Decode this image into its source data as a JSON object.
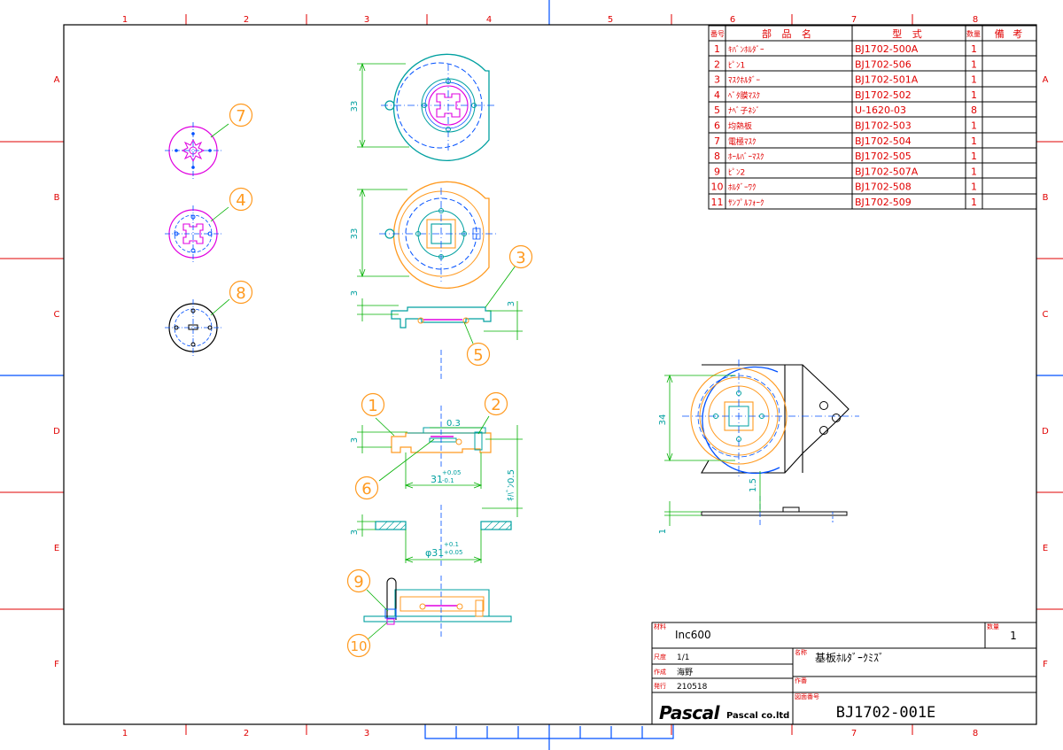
{
  "border": {
    "col_labels": [
      "1",
      "2",
      "3",
      "4",
      "5",
      "6",
      "7",
      "8"
    ],
    "row_labels": [
      "A",
      "B",
      "C",
      "D",
      "E",
      "F"
    ]
  },
  "parts_list": {
    "headers": {
      "no": "番号",
      "name": "部 品 名",
      "model": "型 式",
      "qty": "数量",
      "note": "備 考"
    },
    "rows": [
      {
        "no": "1",
        "name": "ｷﾊﾞﾝﾎﾙﾀﾞｰ",
        "model": "BJ1702-500A",
        "qty": "1"
      },
      {
        "no": "2",
        "name": "ﾋﾟﾝ1",
        "model": "BJ1702-506",
        "qty": "1"
      },
      {
        "no": "3",
        "name": "ﾏｽｸﾎﾙﾀﾞｰ",
        "model": "BJ1702-501A",
        "qty": "1"
      },
      {
        "no": "4",
        "name": "ﾍﾞﾀ膜ﾏｽｸ",
        "model": "BJ1702-502",
        "qty": "1"
      },
      {
        "no": "5",
        "name": "ﾅﾍﾞ子ﾈｼﾞ",
        "model": "U-1620-03",
        "qty": "8"
      },
      {
        "no": "6",
        "name": "均熱板",
        "model": "BJ1702-503",
        "qty": "1"
      },
      {
        "no": "7",
        "name": "電極ﾏｽｸ",
        "model": "BJ1702-504",
        "qty": "1"
      },
      {
        "no": "8",
        "name": "ﾎｰﾙﾊﾞｰﾏｽｸ",
        "model": "BJ1702-505",
        "qty": "1"
      },
      {
        "no": "9",
        "name": "ﾋﾟﾝ2",
        "model": "BJ1702-507A",
        "qty": "1"
      },
      {
        "no": "10",
        "name": "ﾎﾙﾀﾞｰﾜｸ",
        "model": "BJ1702-508",
        "qty": "1"
      },
      {
        "no": "11",
        "name": "ｻﾝﾌﾟﾙﾌｫｰｸ",
        "model": "BJ1702-509",
        "qty": "1"
      }
    ]
  },
  "title_block": {
    "material_label": "材料",
    "material": "Inc600",
    "qty_label": "数量",
    "qty": "1",
    "scale_label": "尺度",
    "scale": "1/1",
    "author_label": "作成",
    "author": "海野",
    "date_label": "発行",
    "date": "210518",
    "name_label": "名称",
    "name": "基板ﾎﾙﾀﾞｰｸﾐｽﾞ",
    "work_label": "作番",
    "drawing_no_label": "図面番号",
    "drawing_no": "BJ1702-001E",
    "company_logo": "Pascal",
    "company": "Pascal co.ltd"
  },
  "balloons": {
    "b1": "1",
    "b2": "2",
    "b3": "3",
    "b4": "4",
    "b5": "5",
    "b6": "6",
    "b7": "7",
    "b8": "8",
    "b9": "9",
    "b10": "10"
  },
  "dimensions": {
    "d33a": "33",
    "d33b": "33",
    "d3a": "3",
    "d3b": "3",
    "d3c": "3",
    "d3d": "3",
    "d03": "0.3",
    "d31": "31",
    "d31_tol_up": "+0.05",
    "d31_tol_dn": "-0.1",
    "d_kiban": "ｷﾊﾞﾝ0.5",
    "d31b": "φ31",
    "d31b_up": "+0.1",
    "d31b_dn": "+0.05",
    "d34": "34",
    "d15": "1.5",
    "d1": "1"
  },
  "colors": {
    "frame": "#000000",
    "border_accent": "#e00000",
    "accent_blue": "#0050ff",
    "part_cyan": "#00a0a0",
    "part_orange": "#ff9a20",
    "part_magenta": "#e000e0",
    "dim_green": "#00b000",
    "balloon": "#ff9a20"
  }
}
